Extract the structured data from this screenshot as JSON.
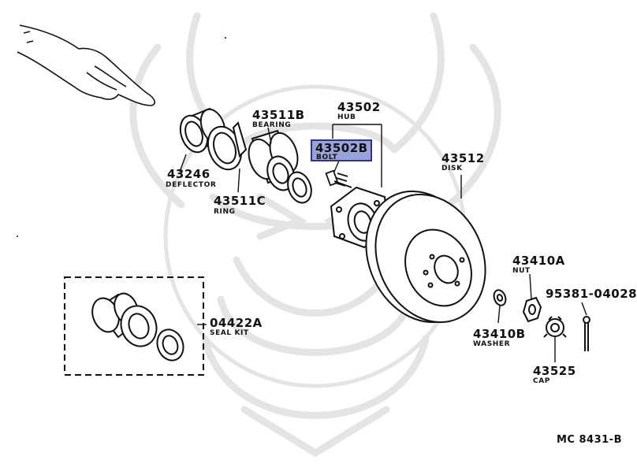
{
  "diagram": {
    "reference_code": "MC 8431-B",
    "parts": [
      {
        "number": "43246",
        "name": "DEFLECTOR"
      },
      {
        "number": "43511B",
        "name": "BEARING"
      },
      {
        "number": "43511C",
        "name": "RING"
      },
      {
        "number": "43502",
        "name": "HUB"
      },
      {
        "number": "43502B",
        "name": "BOLT",
        "highlighted": true
      },
      {
        "number": "43512",
        "name": "DISK"
      },
      {
        "number": "04422A",
        "name": "SEAL KIT"
      },
      {
        "number": "43410A",
        "name": "NUT"
      },
      {
        "number": "95381-04028",
        "name": ""
      },
      {
        "number": "43410B",
        "name": "WASHER"
      },
      {
        "number": "43525",
        "name": "CAP"
      }
    ],
    "highlight_color": "#9aa3d8",
    "ink_color": "#111111",
    "watermark_color": "#e6e6e6"
  }
}
